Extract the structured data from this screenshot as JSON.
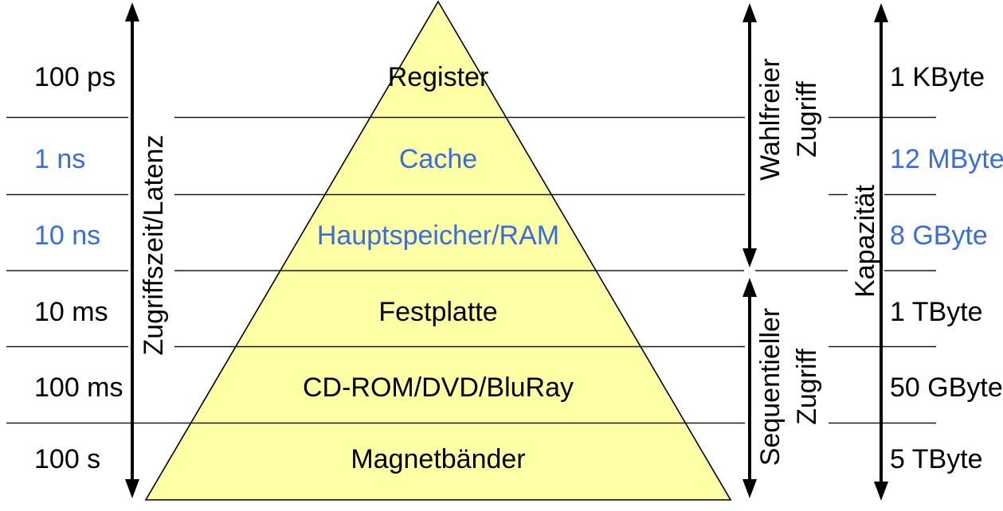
{
  "colors": {
    "highlight_blue": "#3A6CE1",
    "pyramid_fill": "#FFFFA6",
    "line_color": "#1A1A1A",
    "text_color": "#000000",
    "background": "#FFFFFF"
  },
  "axes": {
    "latency": {
      "label": "Zugriffszeit/Latenz"
    },
    "capacity": {
      "label": "Kapazität"
    },
    "random_access": {
      "line1": "Wahlfreier",
      "line2": "Zugriff"
    },
    "sequential_access": {
      "line1": "Sequentieller",
      "line2": "Zugriff"
    }
  },
  "layers": [
    {
      "name": "Register",
      "latency": "100 ps",
      "capacity": "1 KByte",
      "highlighted": false
    },
    {
      "name": "Cache",
      "latency": "1 ns",
      "capacity": "12 MByte",
      "highlighted": true
    },
    {
      "name": "Hauptspeicher/RAM",
      "latency": "10 ns",
      "capacity": "8 GByte",
      "highlighted": true
    },
    {
      "name": "Festplatte",
      "latency": "10 ms",
      "capacity": "1 TByte",
      "highlighted": false
    },
    {
      "name": "CD-ROM/DVD/BluRay",
      "latency": "100 ms",
      "capacity": "50 GByte",
      "highlighted": false
    },
    {
      "name": "Magnetbänder",
      "latency": "100 s",
      "capacity": "5 TByte",
      "highlighted": false
    }
  ]
}
